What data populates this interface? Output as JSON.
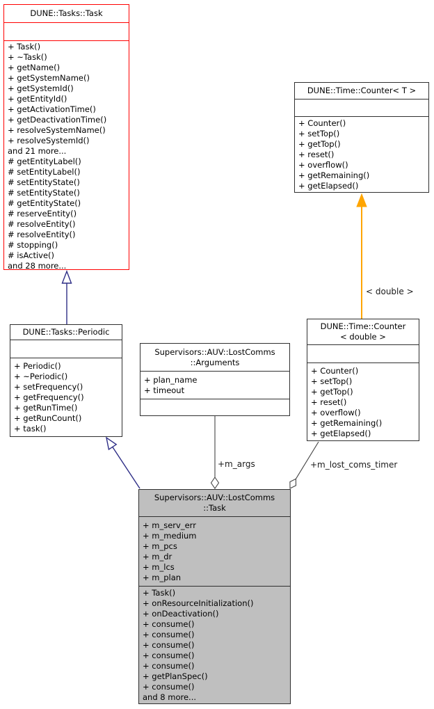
{
  "diagram": {
    "classes": {
      "tasks_task": {
        "title": "DUNE::Tasks::Task",
        "attributes": [],
        "members": [
          "+ Task()",
          "+ ~Task()",
          "+ getName()",
          "+ getSystemName()",
          "+ getSystemId()",
          "+ getEntityId()",
          "+ getActivationTime()",
          "+ getDeactivationTime()",
          "+ resolveSystemName()",
          "+ resolveSystemId()",
          "and 21 more...",
          "# getEntityLabel()",
          "# setEntityLabel()",
          "# setEntityState()",
          "# setEntityState()",
          "# getEntityState()",
          "# reserveEntity()",
          "# resolveEntity()",
          "# resolveEntity()",
          "# stopping()",
          "# isActive()",
          "and 28 more..."
        ]
      },
      "counter_t": {
        "title": "DUNE::Time::Counter< T >",
        "attributes": [],
        "members": [
          "+ Counter()",
          "+ setTop()",
          "+ getTop()",
          "+ reset()",
          "+ overflow()",
          "+ getRemaining()",
          "+ getElapsed()"
        ]
      },
      "periodic": {
        "title": "DUNE::Tasks::Periodic",
        "attributes": [],
        "members": [
          "+ Periodic()",
          "+ ~Periodic()",
          "+ setFrequency()",
          "+ getFrequency()",
          "+ getRunTime()",
          "+ getRunCount()",
          "+ task()"
        ]
      },
      "arguments": {
        "title": "Supervisors::AUV::LostComms\n::Arguments",
        "attributes": [
          "+ plan_name",
          "+ timeout"
        ],
        "members": []
      },
      "counter_double": {
        "title": "DUNE::Time::Counter\n< double >",
        "attributes": [],
        "members": [
          "+ Counter()",
          "+ setTop()",
          "+ getTop()",
          "+ reset()",
          "+ overflow()",
          "+ getRemaining()",
          "+ getElapsed()"
        ]
      },
      "lostcomms_task": {
        "title": "Supervisors::AUV::LostComms\n::Task",
        "attributes": [
          "+ m_serv_err",
          "+ m_medium",
          "+ m_pcs",
          "+ m_dr",
          "+ m_lcs",
          "+ m_plan"
        ],
        "members": [
          "+ Task()",
          "+ onResourceInitialization()",
          "+ onDeactivation()",
          "+ consume()",
          "+ consume()",
          "+ consume()",
          "+ consume()",
          "+ consume()",
          "+ getPlanSpec()",
          "+ consume()",
          "and 8 more..."
        ]
      }
    },
    "edge_labels": {
      "m_args": "+m_args",
      "m_lost_coms_timer": "+m_lost_coms_timer",
      "template_param": "< double >"
    },
    "colors": {
      "highlight_border": "#ff0000",
      "box_border": "#2f2f2f",
      "selected_fill": "#bfbfbf",
      "inheritance_edge": "#2d2d86",
      "aggregation_edge": "#444444",
      "template_edge": "#ffa500"
    }
  }
}
